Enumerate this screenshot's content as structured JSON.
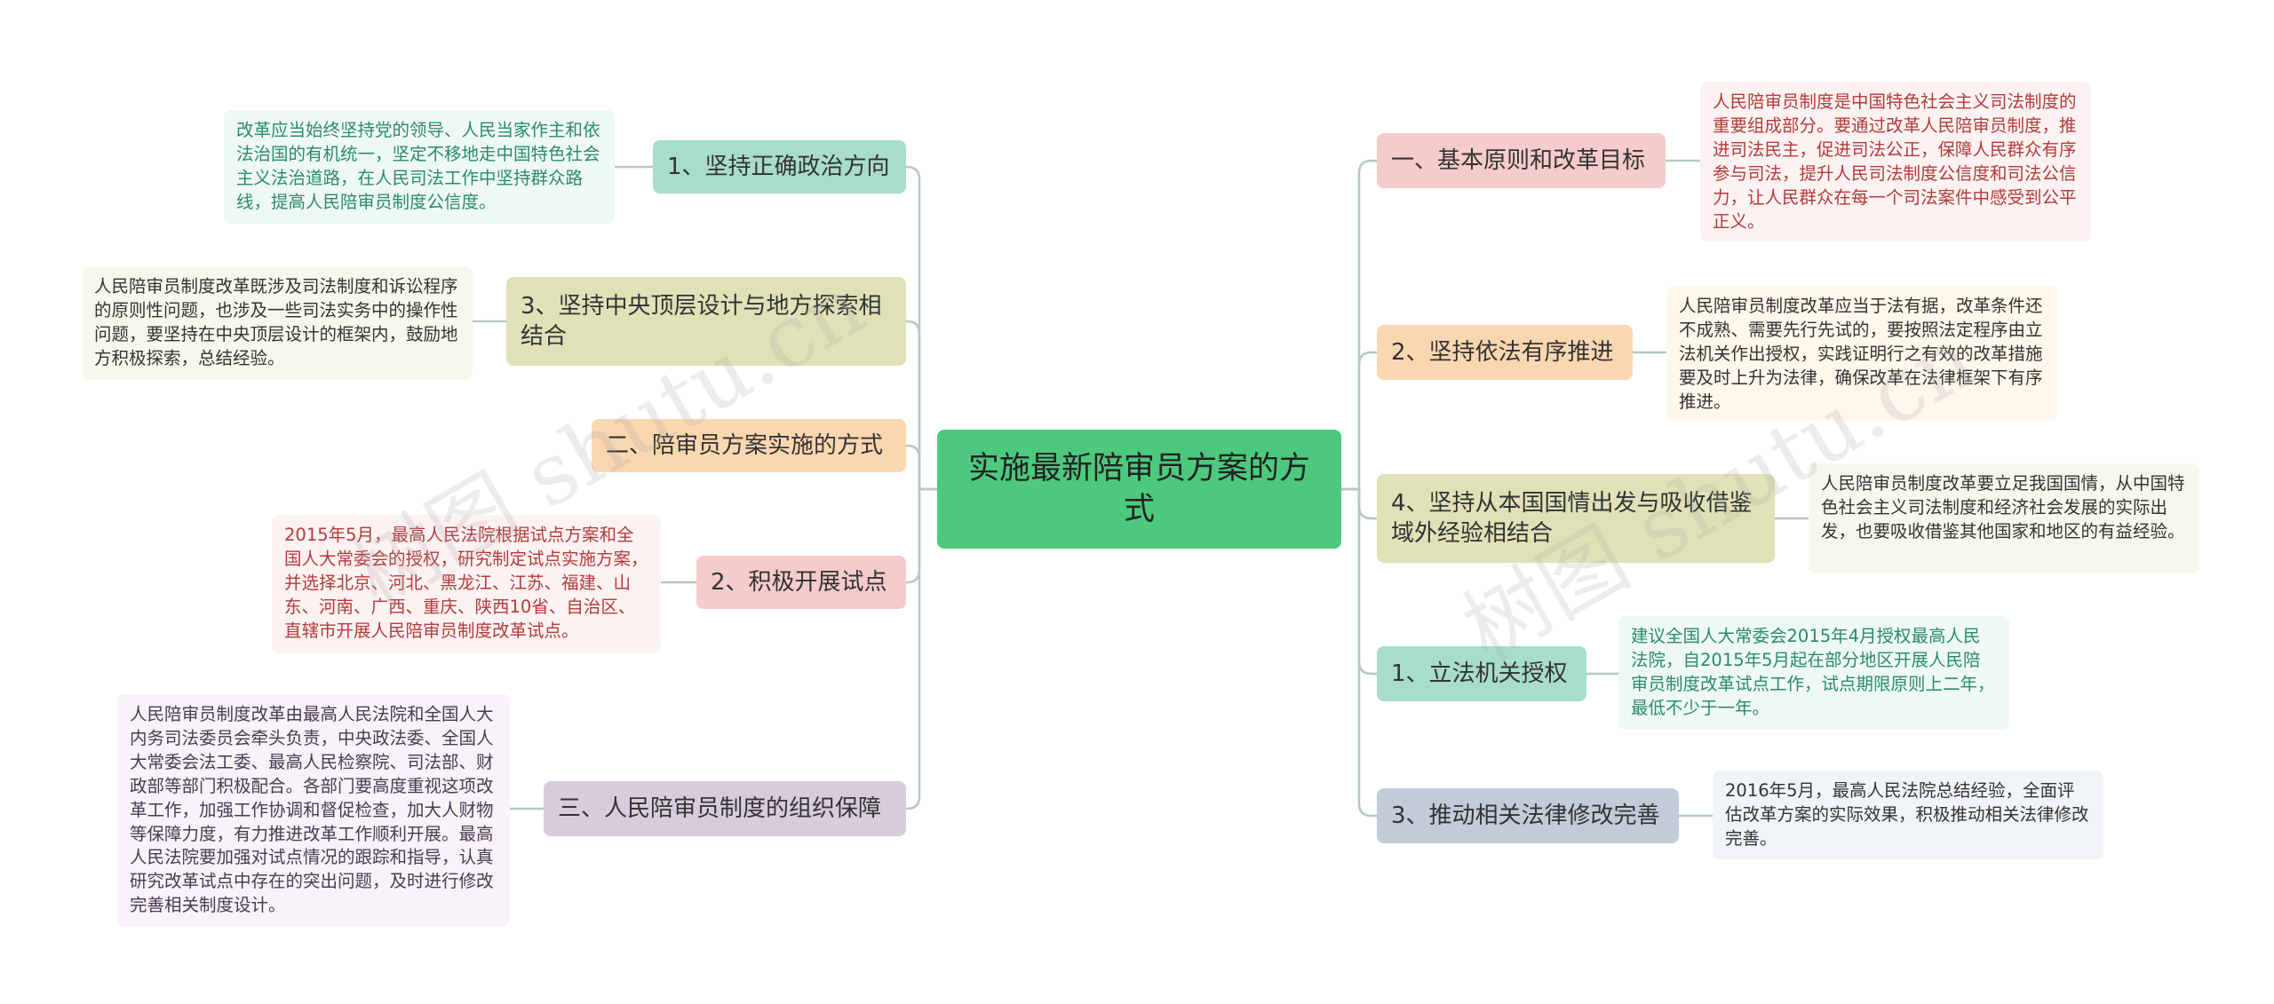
{
  "colors": {
    "root": "#4cc97e",
    "line": "#b5c8c2",
    "tealBranch": "#a8dccd",
    "tealLeaf": "#eef8f5",
    "oliveBranch": "#dfe2b7",
    "oliveLeaf": "#f7f8ec",
    "orangeBranch": "#fbd7b1",
    "orangeLeaf": "#fff6ec",
    "pinkBranch": "#f6cbcb",
    "pinkLeaf": "#fdf2f2",
    "purpleBranch": "#d8ccdc",
    "purpleLeaf": "#f7f3f8",
    "grayBranch": "#c2ccd8",
    "grayLeaf": "#f1f4f7",
    "redText": "#b33a3a"
  },
  "root": {
    "label": "实施最新陪审员方案的方式"
  },
  "left": [
    {
      "label": "1、坚持正确政治方向",
      "detail": "改革应当始终坚持党的领导、人民当家作主和依法治国的有机统一，坚定不移地走中国特色社会主义法治道路，在人民司法工作中坚持群众路线，提高人民陪审员制度公信度。"
    },
    {
      "label": "3、坚持中央顶层设计与地方探索相结合",
      "detail": "人民陪审员制度改革既涉及司法制度和诉讼程序的原则性问题，也涉及一些司法实务中的操作性问题，要坚持在中央顶层设计的框架内，鼓励地方积极探索，总结经验。"
    },
    {
      "label": "二、陪审员方案实施的方式"
    },
    {
      "label": "2、积极开展试点",
      "detail": "2015年5月，最高人民法院根据试点方案和全国人大常委会的授权，研究制定试点实施方案，并选择北京、河北、黑龙江、江苏、福建、山东、河南、广西、重庆、陕西10省、自治区、直辖市开展人民陪审员制度改革试点。"
    },
    {
      "label": "三、人民陪审员制度的组织保障",
      "detail": "人民陪审员制度改革由最高人民法院和全国人大内务司法委员会牵头负责，中央政法委、全国人大常委会法工委、最高人民检察院、司法部、财政部等部门积极配合。各部门要高度重视这项改革工作，加强工作协调和督促检查，加大人财物等保障力度，有力推进改革工作顺利开展。最高人民法院要加强对试点情况的跟踪和指导，认真研究改革试点中存在的突出问题，及时进行修改完善相关制度设计。"
    }
  ],
  "right": [
    {
      "label": "一、基本原则和改革目标",
      "detail": "人民陪审员制度是中国特色社会主义司法制度的重要组成部分。要通过改革人民陪审员制度，推进司法民主，促进司法公正，保障人民群众有序参与司法，提升人民司法制度公信度和司法公信力，让人民群众在每一个司法案件中感受到公平正义。"
    },
    {
      "label": "2、坚持依法有序推进",
      "detail": "人民陪审员制度改革应当于法有据，改革条件还不成熟、需要先行先试的，要按照法定程序由立法机关作出授权，实践证明行之有效的改革措施要及时上升为法律，确保改革在法律框架下有序推进。"
    },
    {
      "label": "4、坚持从本国国情出发与吸收借鉴域外经验相结合",
      "detail": "人民陪审员制度改革要立足我国国情，从中国特色社会主义司法制度和经济社会发展的实际出发，也要吸收借鉴其他国家和地区的有益经验。"
    },
    {
      "label": "1、立法机关授权",
      "detail": "建议全国人大常委会2015年4月授权最高人民法院，自2015年5月起在部分地区开展人民陪审员制度改革试点工作，试点期限原则上二年，最低不少于一年。"
    },
    {
      "label": "3、推动相关法律修改完善",
      "detail": "2016年5月，最高人民法院总结经验，全面评估改革方案的实际效果，积极推动相关法律修改完善。"
    }
  ],
  "watermark": {
    "left": "树图 shutu.cn",
    "right": "树图 shutu.cn"
  }
}
